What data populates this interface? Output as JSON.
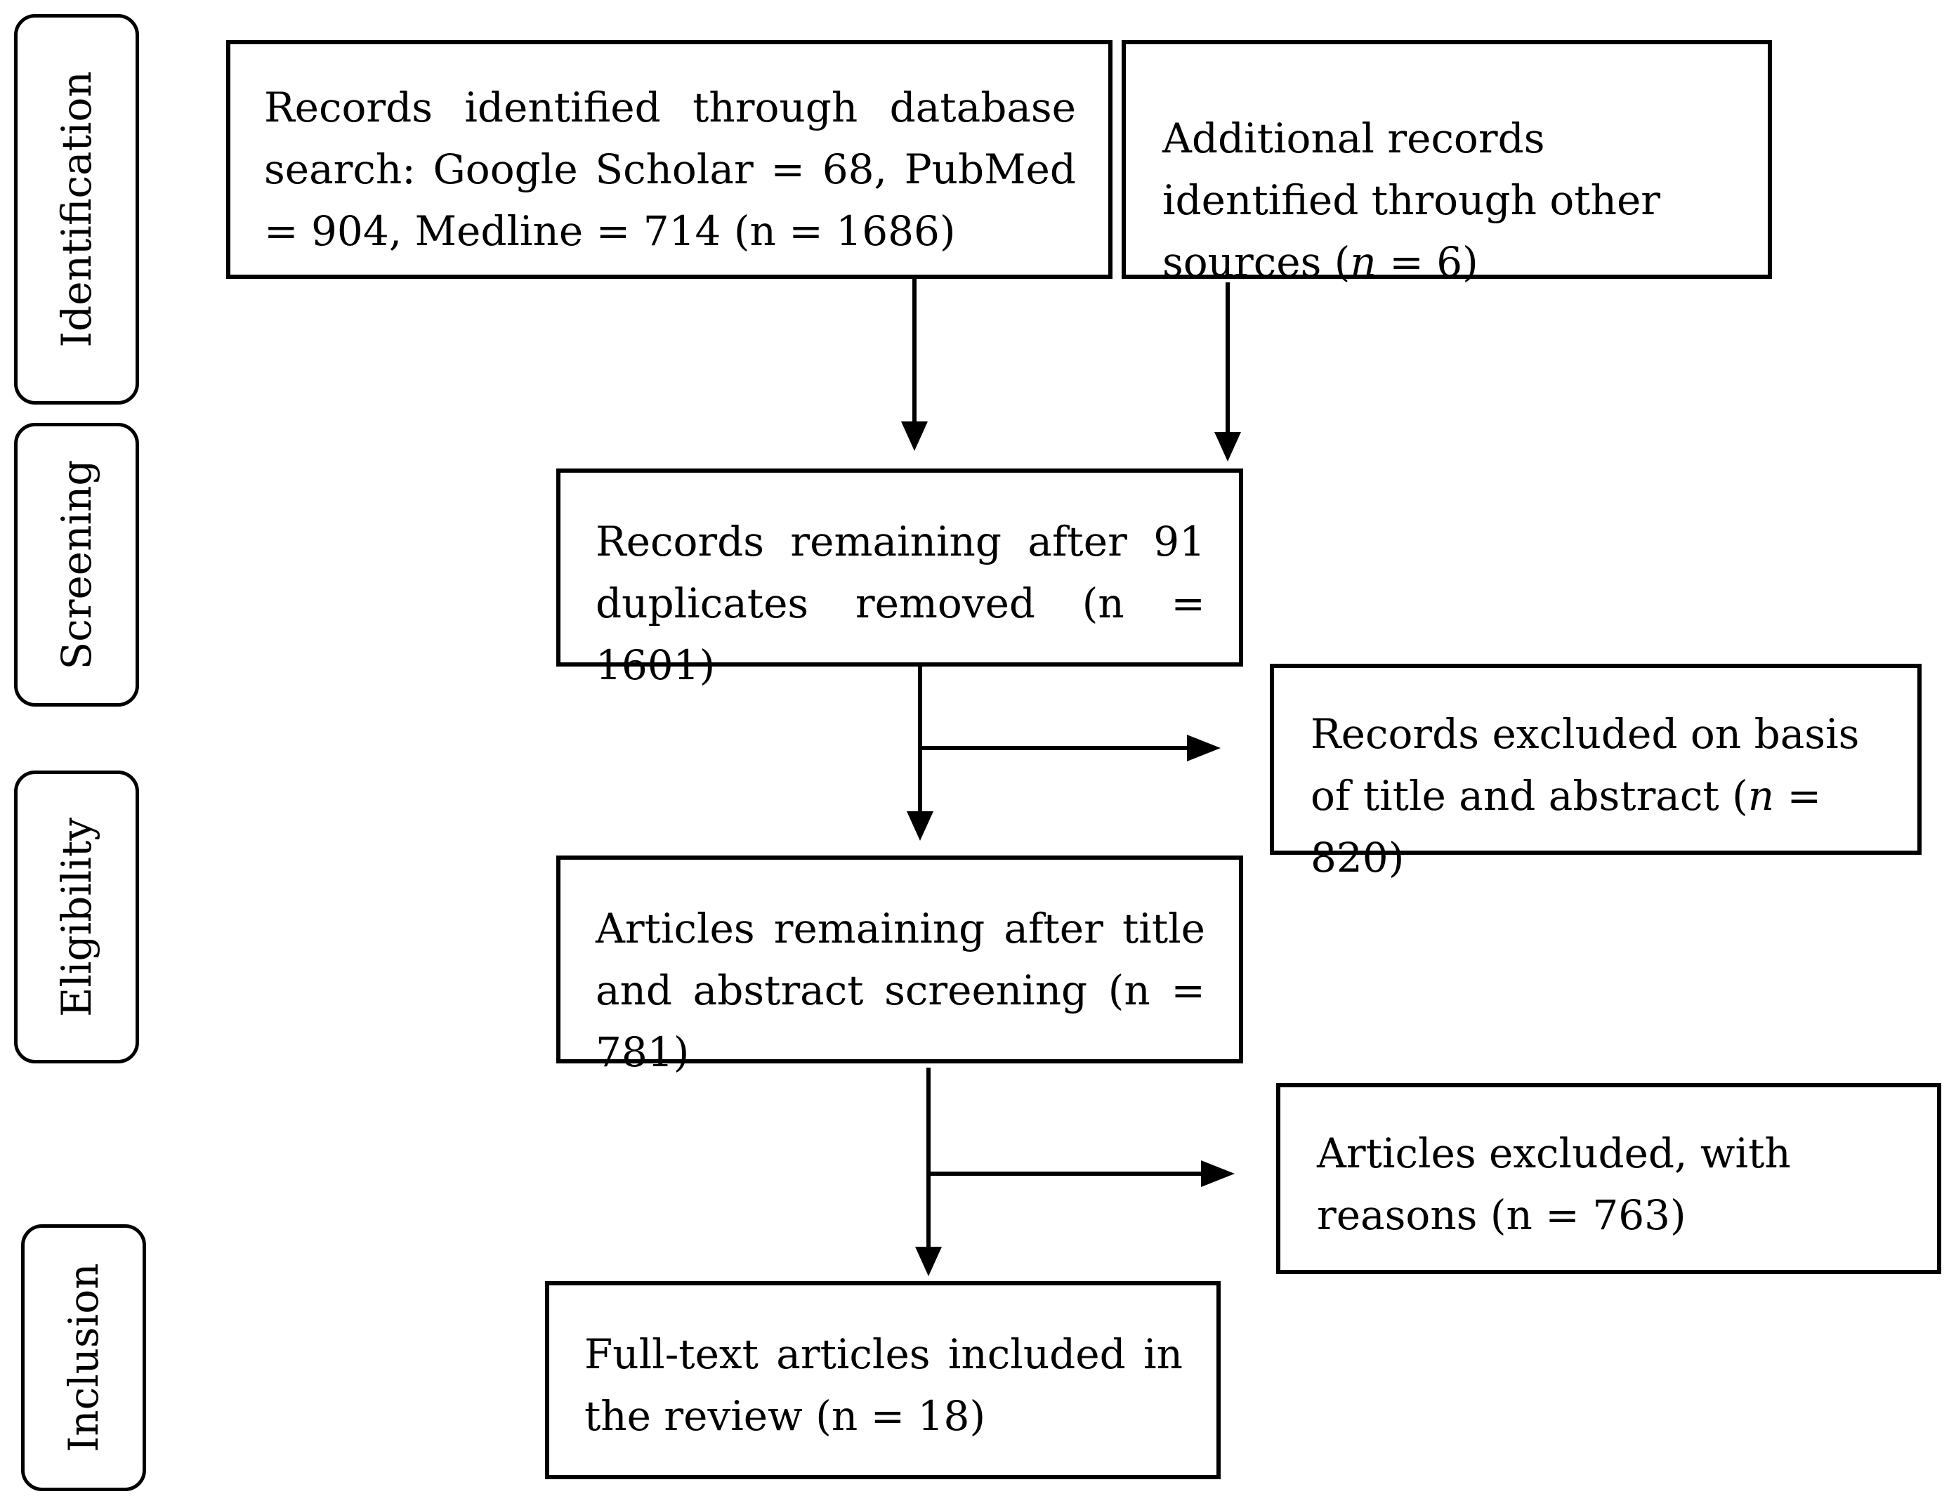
{
  "stages": {
    "identification": "Identification",
    "screening": "Screening",
    "eligibility": "Eligibility",
    "inclusion": "Inclusion"
  },
  "boxes": {
    "database_search": "Records identified through database search: Google Scholar = 68, PubMed = 904, Medline = 714 (n = 1686)",
    "other_sources_prefix": "Additional records identified through other sources (",
    "other_sources_n": "n",
    "other_sources_suffix": " = 6)",
    "after_duplicates": "Records remaining after 91 duplicates removed (n = 1601)",
    "excluded_title_prefix": "Records excluded on basis of title and abstract (",
    "excluded_title_n": "n",
    "excluded_title_suffix": " = 820)",
    "after_screening": "Articles remaining after title and abstract screening (n = 781)",
    "excluded_reasons": "Articles excluded, with reasons (n = 763)",
    "included": "Full-text articles included in the review (n = 18)"
  }
}
